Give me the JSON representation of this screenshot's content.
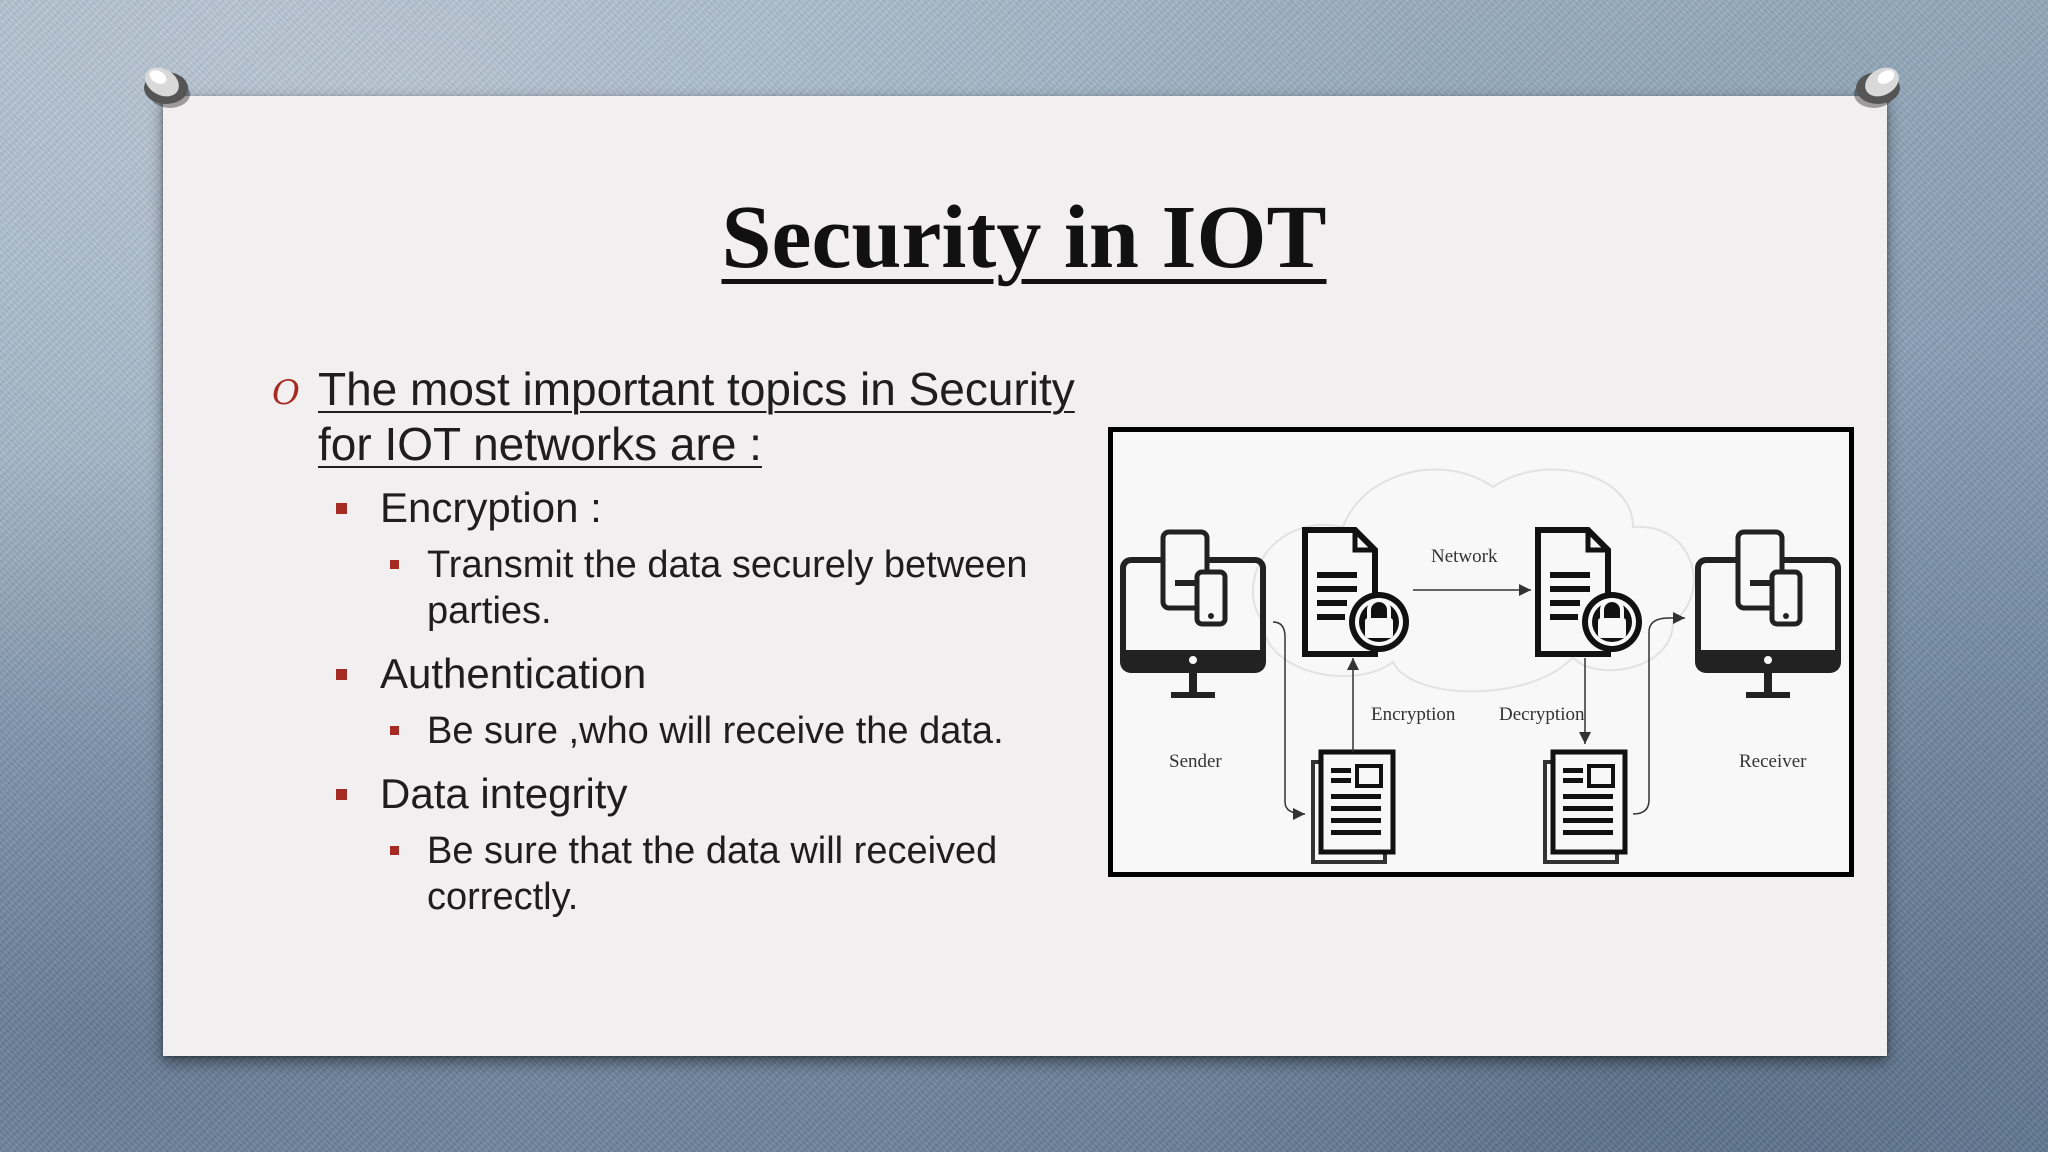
{
  "slide": {
    "title": "Security in IOT",
    "main_point": {
      "text_line1": "The most important topics in Security",
      "text_line2": "for IOT networks are :"
    },
    "topics": [
      {
        "label": "Encryption :",
        "details": [
          "Transmit the data securely between",
          "parties."
        ]
      },
      {
        "label": "Authentication",
        "details": [
          "Be sure ,who will receive the data."
        ]
      },
      {
        "label": "Data integrity",
        "details": [
          "Be sure that the data will received",
          "correctly."
        ]
      }
    ]
  },
  "diagram": {
    "labels": {
      "network": "Network",
      "encryption": "Encryption",
      "decryption": "Decryption",
      "sender": "Sender",
      "receiver": "Receiver"
    },
    "icons": [
      "computer-icon",
      "locked-document-icon",
      "document-icon",
      "cloud-icon"
    ]
  },
  "colors": {
    "bullet_accent": "#a52a22",
    "paper": "#f1eff0",
    "background": "#8ea4b8"
  }
}
